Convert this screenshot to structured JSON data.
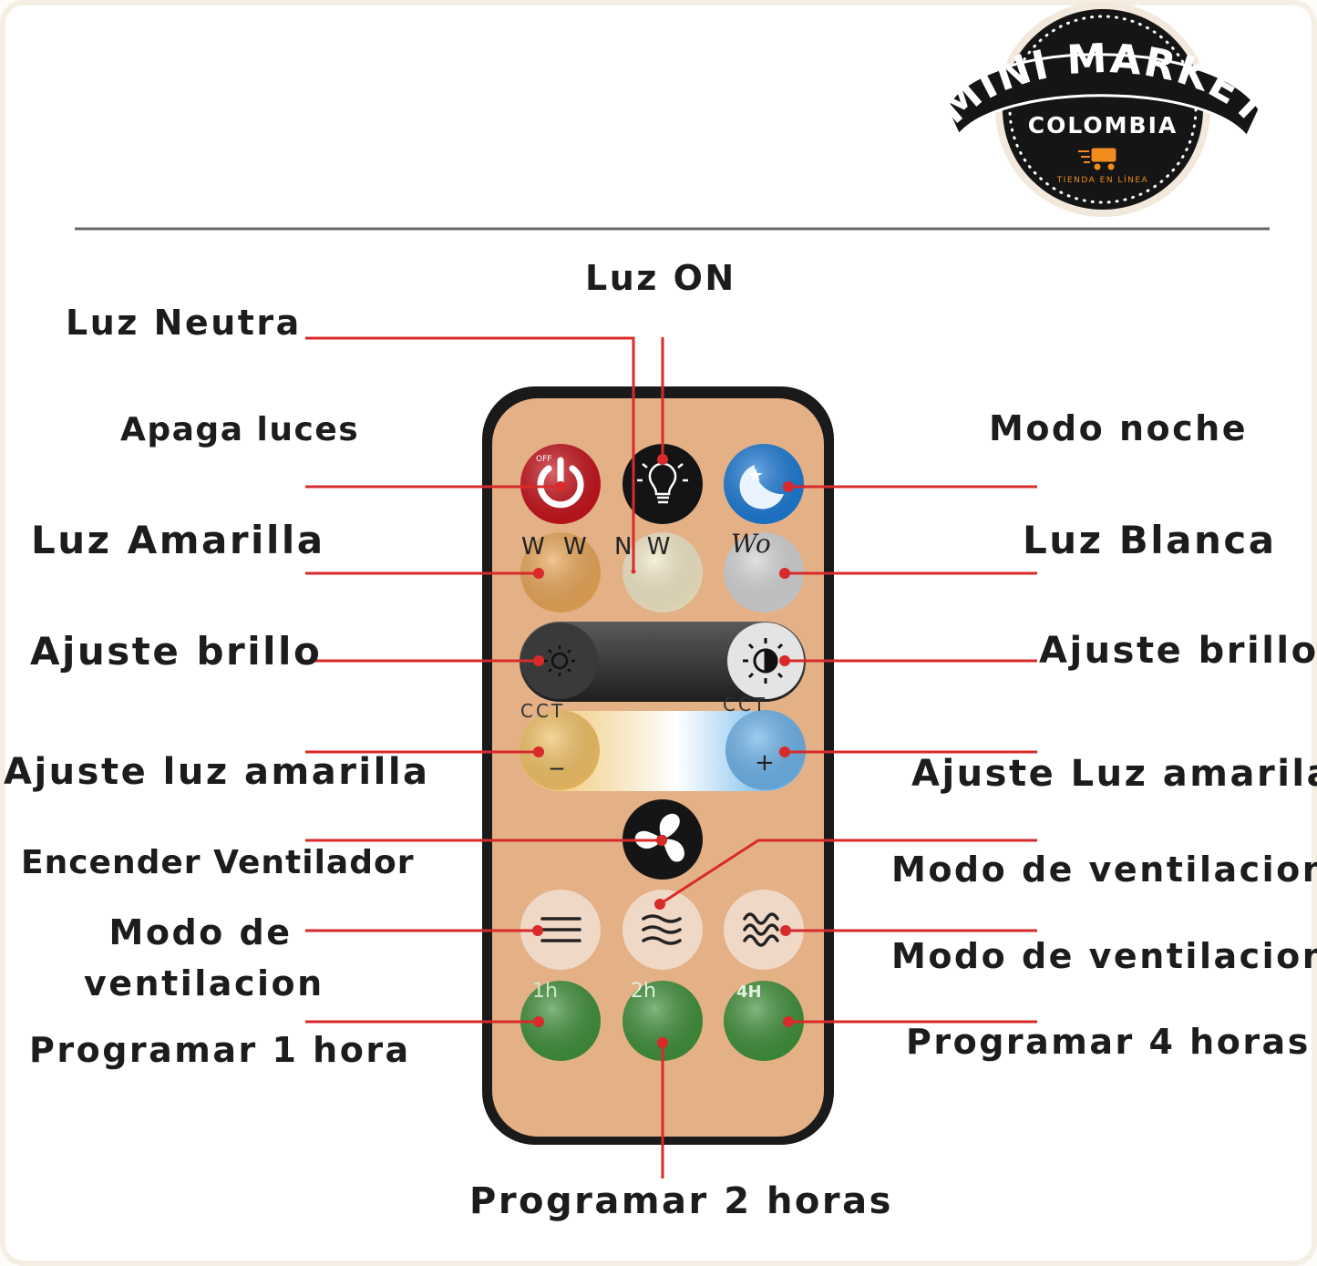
{
  "logo": {
    "title": "MINI MARKET",
    "subtitle": "COLOMBIA",
    "tagline": "TIENDA EN LÍNEA",
    "colors": {
      "badge": "#151515",
      "text": "#ffffff",
      "accent": "#f28c1e"
    }
  },
  "remote": {
    "body_color": "#e4b086",
    "buttons": {
      "off": {
        "color": "#d9161c",
        "icon": "power-icon",
        "text": "OFF"
      },
      "light_on": {
        "color": "#111111",
        "icon": "lightbulb-icon"
      },
      "night": {
        "color": "#1f7fd6",
        "icon": "moon-icon"
      },
      "warm": {
        "color": "#e9a656",
        "text": "W W"
      },
      "neutral": {
        "color": "#f2e8c6",
        "text": "N W"
      },
      "white": {
        "color": "#d8d8d8",
        "text": "Wo"
      },
      "brightness_down": {
        "icon": "sun-dim-icon"
      },
      "brightness_up": {
        "icon": "sun-bright-icon"
      },
      "cct_left": {
        "text": "CCT"
      },
      "cct_right": {
        "text": "CCT"
      },
      "cct_minus": {
        "text": "_"
      },
      "cct_plus": {
        "text": "+"
      },
      "fan": {
        "icon": "fan-icon"
      },
      "fan_low": {
        "icon": "wind-low-icon"
      },
      "fan_mid": {
        "icon": "wind-mid-icon"
      },
      "fan_high": {
        "icon": "wind-high-icon"
      },
      "timer_1h": {
        "text": "1h"
      },
      "timer_2h": {
        "text": "2h"
      },
      "timer_4h": {
        "text": "4H"
      }
    }
  },
  "labels": {
    "luz_on": "Luz ON",
    "luz_neutra": "Luz Neutra",
    "apaga_luces": "Apaga luces",
    "modo_noche": "Modo noche",
    "luz_amarilla": "Luz Amarilla",
    "luz_blanca": "Luz Blanca",
    "ajuste_brillo_left": "Ajuste brillo",
    "ajuste_brillo_right": "Ajuste brillo",
    "ajuste_luz_amarilla_left": "Ajuste luz amarilla",
    "ajuste_luz_amarilla_right": "Ajuste Luz amarila",
    "encender_ventilador": "Encender Ventilador",
    "modo_ventilacion_mid": "Modo de ventilacion",
    "modo_ventilacion_right": "Modo de ventilacion",
    "modo_de": "Modo de",
    "ventilacion": "ventilacion",
    "programar_1": "Programar 1 hora",
    "programar_4": "Programar 4 horas",
    "programar_2": "Programar 2 horas"
  },
  "colors": {
    "leader": "#d82a2a",
    "divider": "#666666"
  }
}
